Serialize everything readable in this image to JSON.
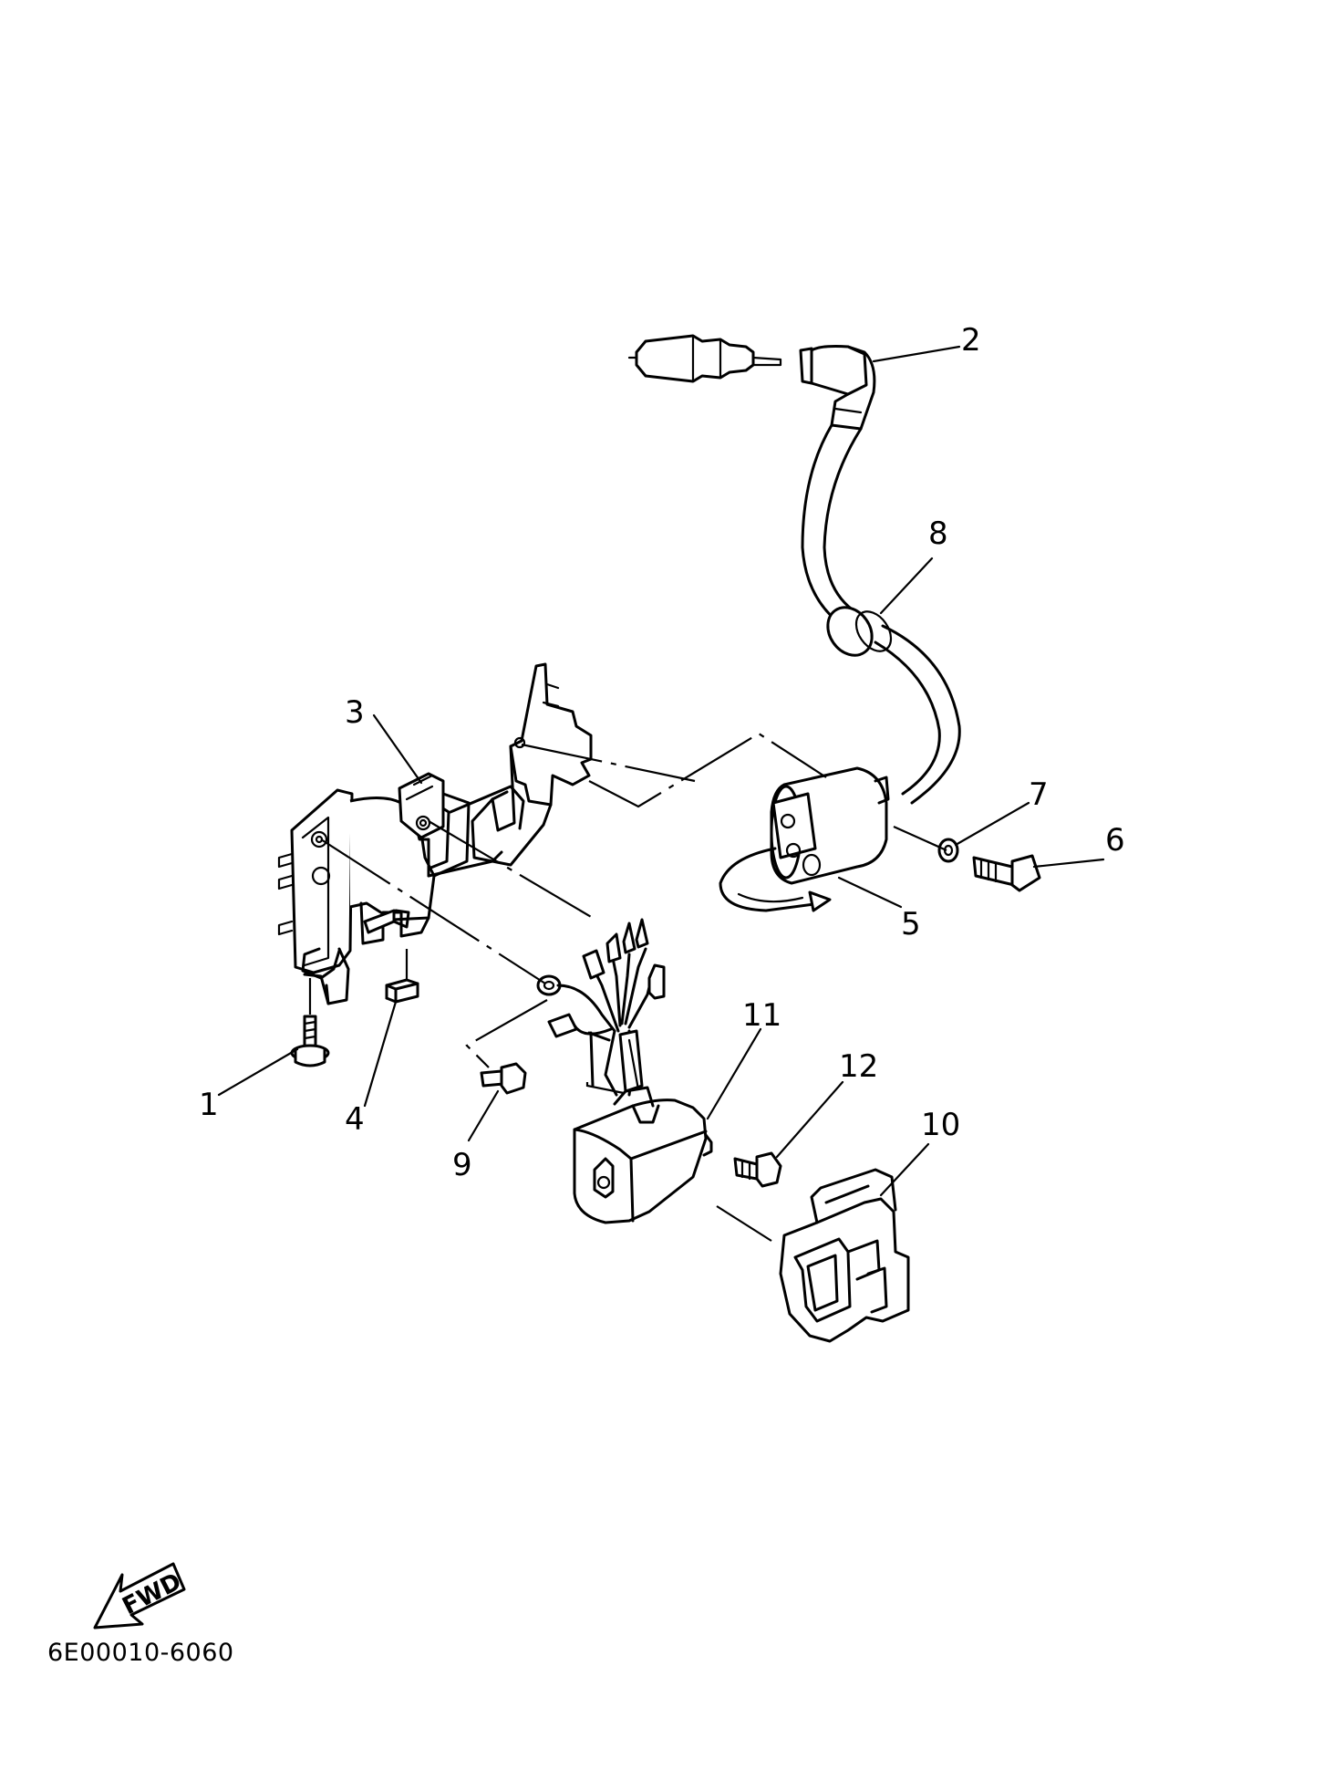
{
  "diagram": {
    "callouts": {
      "c1": "1",
      "c2": "2",
      "c3": "3",
      "c4": "4",
      "c5": "5",
      "c6": "6",
      "c7": "7",
      "c8": "8",
      "c9": "9",
      "c10": "10",
      "c11": "11",
      "c12": "12"
    },
    "fwd_label": "FWD",
    "code": "6E00010-6060"
  }
}
